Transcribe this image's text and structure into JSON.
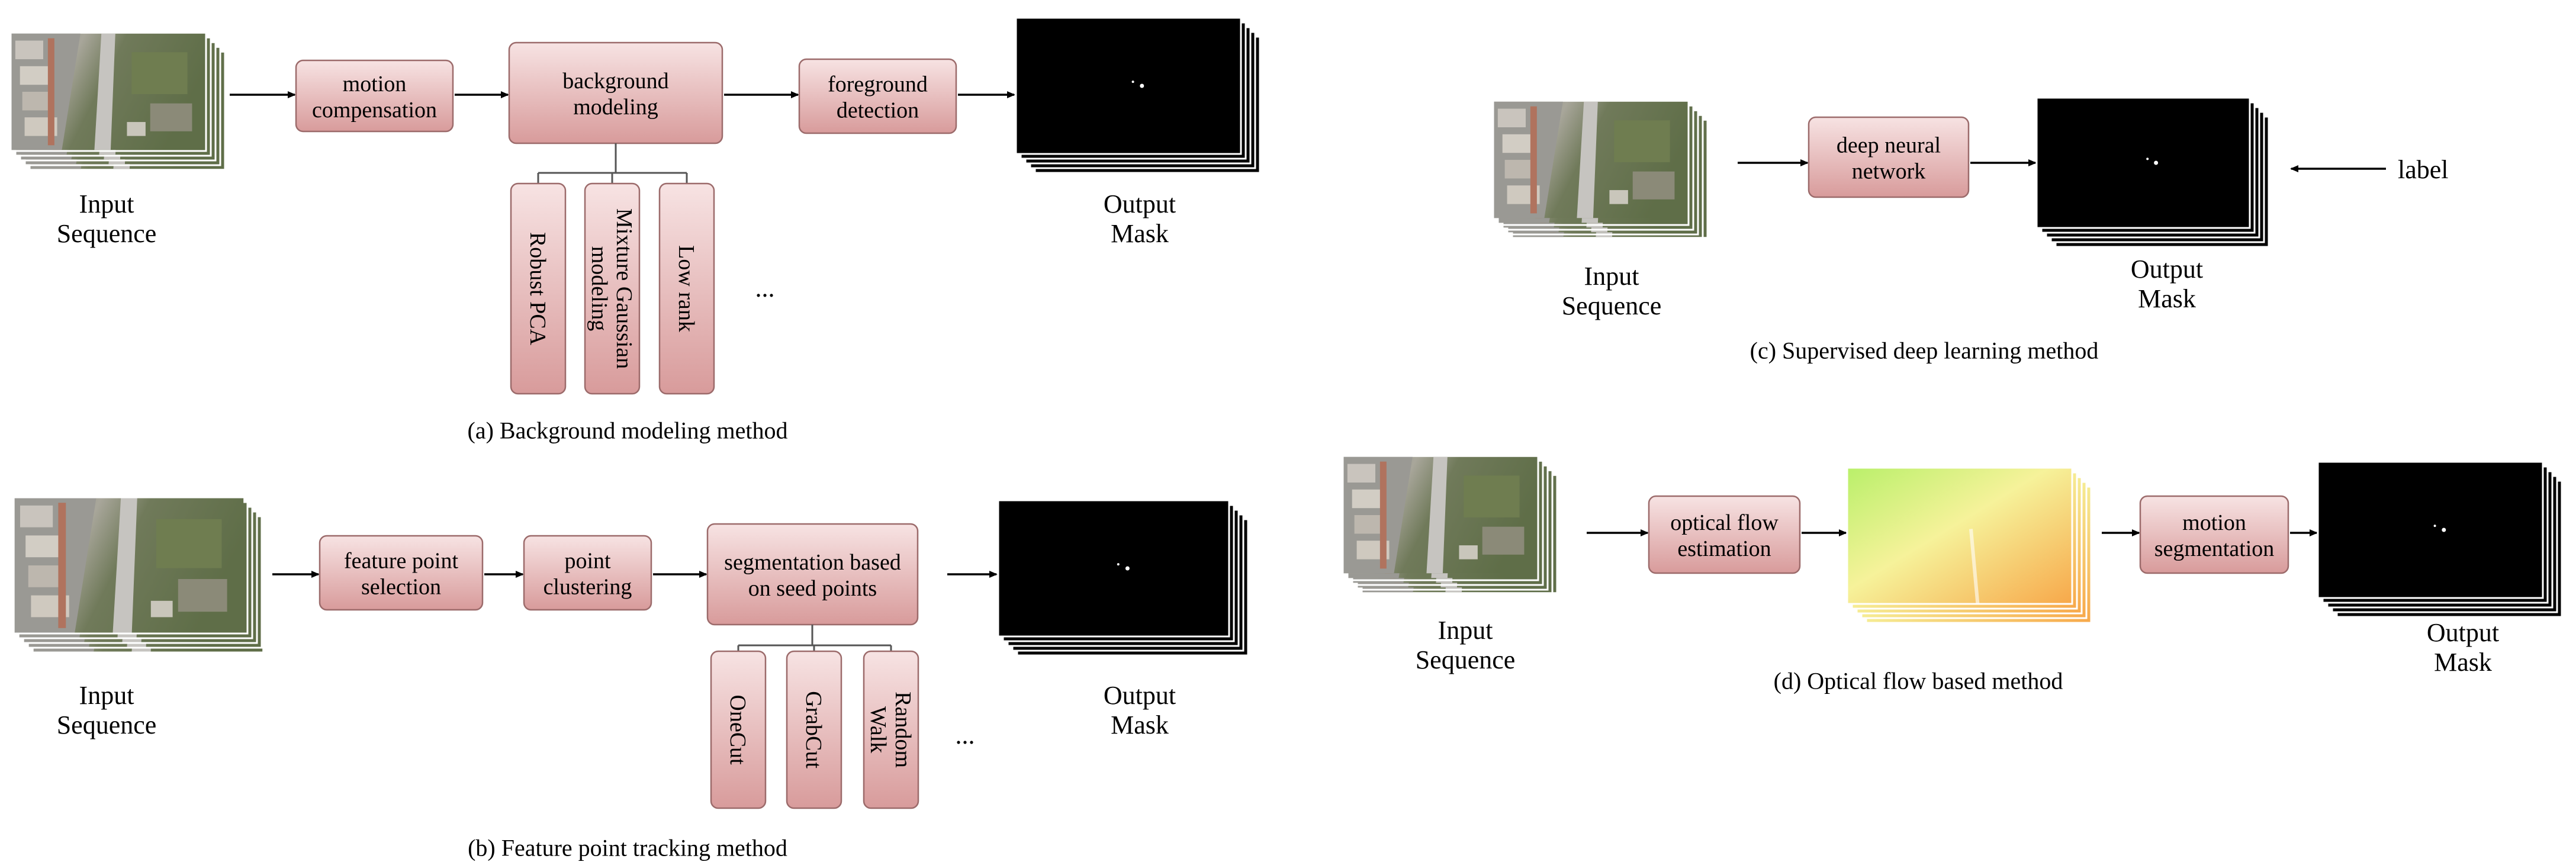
{
  "panel_a": {
    "input_label": [
      "Input",
      "Sequence"
    ],
    "steps": [
      [
        "motion",
        "compensation"
      ],
      [
        "background",
        "modeling"
      ],
      [
        "foreground",
        "detection"
      ]
    ],
    "sub_methods": [
      [
        "Robust PCA"
      ],
      [
        "Mixture Gaussian",
        "modeling"
      ],
      [
        "Low rank"
      ]
    ],
    "ellipsis": "...",
    "output_label": [
      "Output",
      "Mask"
    ],
    "caption": "(a) Background modeling method"
  },
  "panel_b": {
    "input_label": [
      "Input",
      "Sequence"
    ],
    "steps": [
      [
        "feature point",
        "selection"
      ],
      [
        "point",
        "clustering"
      ],
      [
        "segmentation based",
        "on seed points"
      ]
    ],
    "sub_methods": [
      [
        "OneCut"
      ],
      [
        "GrabCut"
      ],
      [
        "Random",
        "Walk"
      ]
    ],
    "ellipsis": "...",
    "output_label": [
      "Output",
      "Mask"
    ],
    "caption": "(b) Feature point tracking method"
  },
  "panel_c": {
    "input_label": [
      "Input",
      "Sequence"
    ],
    "steps": [
      [
        "deep neural",
        "network"
      ]
    ],
    "side_label": "label",
    "output_label": [
      "Output",
      "Mask"
    ],
    "caption": "(c) Supervised deep learning method"
  },
  "panel_d": {
    "input_label": [
      "Input",
      "Sequence"
    ],
    "steps": [
      [
        "optical flow",
        "estimation"
      ],
      [
        "motion",
        "segmentation"
      ]
    ],
    "output_label": [
      "Output",
      "Mask"
    ],
    "caption": "(d) Optical flow based method"
  },
  "colors": {
    "box_top": "#f7e3e3",
    "box_bottom": "#d89b9b",
    "box_border": "#9c6b6b",
    "mask": "#000000",
    "flow_left": "#b9f06a",
    "flow_right": "#f7a84a"
  }
}
